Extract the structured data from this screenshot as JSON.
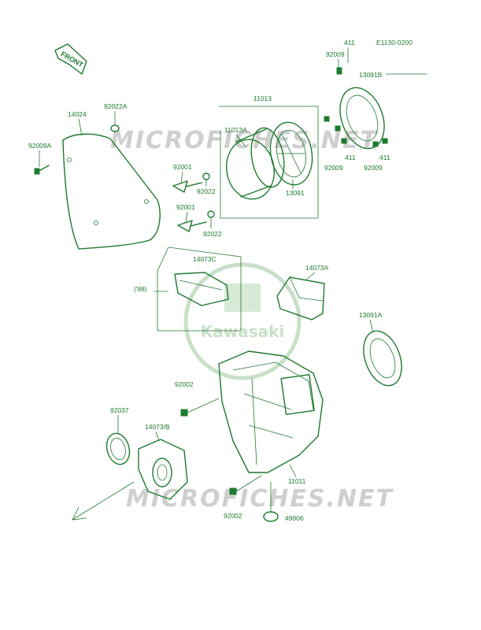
{
  "diagram_code": "E1130-0200",
  "front_label": "FRONT",
  "watermark": "MICROFICHES.NET",
  "brand": "Kawasaki",
  "labels": {
    "l411_top": "411",
    "l92009_top": "92009",
    "l13091B": "13091B",
    "l11013": "11013",
    "l14024": "14024",
    "l92022A": "92022A",
    "l92009A": "92009A",
    "l11013A": "11013A",
    "l92001_a": "92001",
    "l92022_a": "92022",
    "l92001_b": "92001",
    "l92022_b": "92022",
    "l13091": "13091",
    "l411_mid": "411",
    "l92009_mid": "92009",
    "l411_right": "411",
    "l92009_right": "92009",
    "l14073C": "14073C",
    "l88": "('88)",
    "l14073A": "14073A",
    "l13091A": "13091A",
    "l92002_a": "92002",
    "l92037": "92037",
    "l14073B": "14073/B",
    "l11011": "11011",
    "l92002_b": "92002",
    "l49006": "49006"
  }
}
